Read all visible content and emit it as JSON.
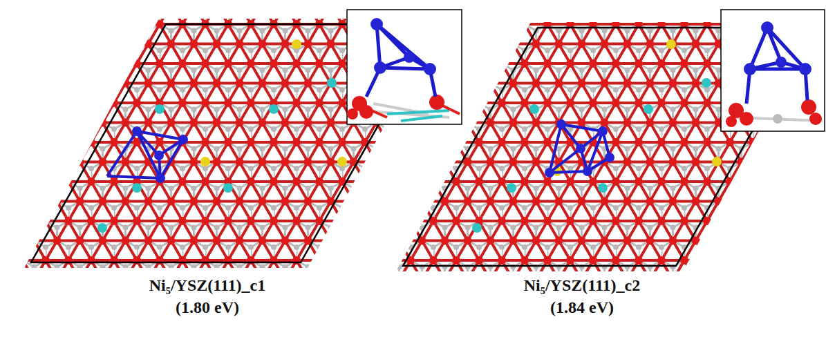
{
  "diagram": {
    "labels": [
      "Ni₅/YSZ(111)_c1",
      "(1.80 eV)",
      "Ni₅/YSZ(111)_c2",
      "(1.84 eV)"
    ]
  }
}
